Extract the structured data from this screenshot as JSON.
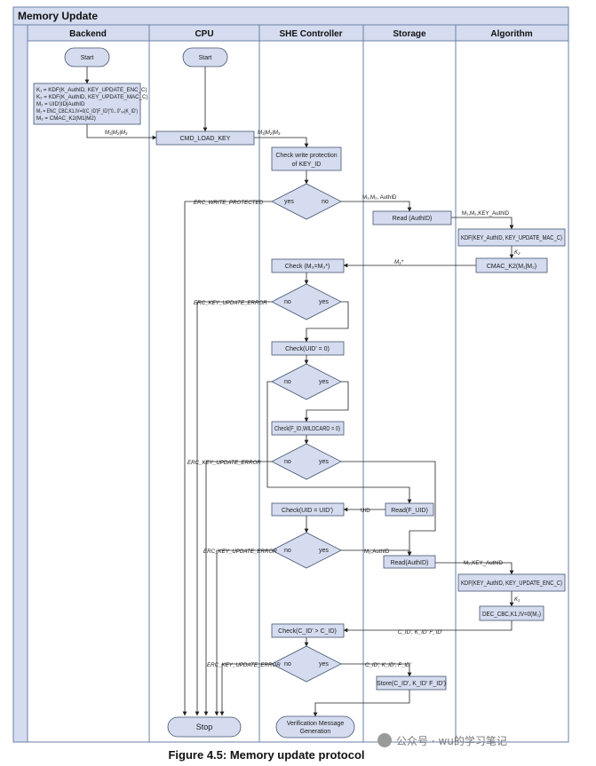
{
  "title": "Memory Update",
  "lanes": [
    "Backend",
    "CPU",
    "SHE Controller",
    "Storage",
    "Algorithm"
  ],
  "caption": "Figure 4.5: Memory update protocol",
  "watermark": "公众号 · wu的学习笔记",
  "nodes": {
    "start_backend": "Start",
    "start_cpu": "Start",
    "backend_box": [
      "K₁ = KDF(K_AuthID, KEY_UPDATE_ENC_C)",
      "K₂ = KDF(K_AuthID, KEY_UPDATE_MAC_C)",
      "M₁ = UID'|ID|AuthID",
      "M₂ = ENC_CBC,K1,IV=0(C_ID'|F_ID'|\"0...0\"₉₄|K_ID')",
      "M₃ = CMAC_K2(M1|M2)"
    ],
    "cmd_load_key": "CMD_LOAD_KEY",
    "check_write_protection": [
      "Check write protection",
      "of KEY_ID"
    ],
    "read_authid_1": "Read (AuthID)",
    "kdf_mac": "KDF(KEY_AuthID, KEY_UPDATE_MAC_C)",
    "cmac": "CMAC_K2(M₁|M₂)",
    "check_m3": "Check (M₃=M₃*)",
    "check_uid": "Check(UID' = 0)",
    "check_fid": "Check(F_ID,WILDCARD = 0)",
    "check_uid2": "Check(UID = UID')",
    "read_fid": "Read(F_UID)",
    "read_authid_2": "Read(AuthID)",
    "kdf_enc": "KDF(KEY_AuthID, KEY_UPDATE_ENC_C)",
    "dec": "DEC_CBC,K1,IV=0(M₂)",
    "check_cid": "Check(C_ID' > C_ID)",
    "store": "Store(C_ID', K_ID' F_ID')",
    "verification": [
      "Verification Message",
      "Generation"
    ],
    "stop": "Stop"
  },
  "decisions": {
    "yes": "yes",
    "no": "no"
  },
  "edge_labels": {
    "m123_in": "M₁|M₂|M₃",
    "m123_out": "M₁|M₂|M₃",
    "m1m2authid": "M₁,M₂, AuthID",
    "m1m2key": "M₁,M₂,KEY_AuthID",
    "k2": "K₂",
    "m3star": "M₃*",
    "uid": "UID",
    "m2authid": "M₂,AuthID",
    "m2key": "M₂,KEY_AuthID",
    "k1": "K₁",
    "cid_kid_fid_in": "C_ID', K_ID' F_ID'",
    "cid_kid_fid_out": "C_ID', K_ID', F_ID'",
    "err_write_protected": "ERC_WRITE_PROTECTED",
    "err_key_update_1": "ERC_KEY_UPDATE_ERROR",
    "err_key_update_2": "ERC_KEY_UPDATE_ERROR",
    "err_key_update_3": "ERC_KEY_UPDATE_ERROR",
    "err_key_update_4": "ERC_KEY_UPDATE_ERROR"
  }
}
